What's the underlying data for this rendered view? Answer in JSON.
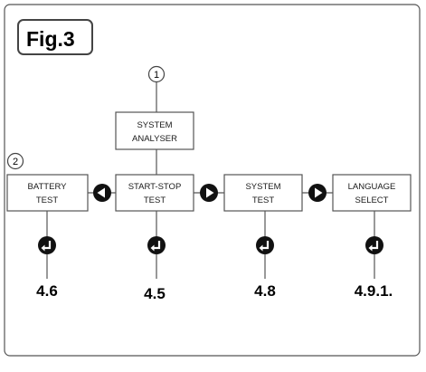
{
  "figure_label": "Fig.3",
  "markers": {
    "one": "1",
    "two": "2"
  },
  "boxes": {
    "system_analyser": {
      "line1": "SYSTEM",
      "line2": "ANALYSER"
    },
    "battery_test": {
      "line1": "BATTERY",
      "line2": "TEST"
    },
    "start_stop_test": {
      "line1": "START-STOP",
      "line2": "TEST"
    },
    "system_test": {
      "line1": "SYSTEM",
      "line2": "TEST"
    },
    "language_select": {
      "line1": "LANGUAGE",
      "line2": "SELECT"
    }
  },
  "references": {
    "battery_test": "4.6",
    "start_stop_test": "4.5",
    "system_test": "4.8",
    "language_select": "4.9.1."
  },
  "icons": {
    "nav_left": "arrow-left-icon",
    "nav_right": "arrow-right-icon",
    "enter": "enter-return-icon"
  },
  "colors": {
    "stroke": "#555555",
    "fill_dark": "#111111",
    "text": "#1a1a1a"
  }
}
